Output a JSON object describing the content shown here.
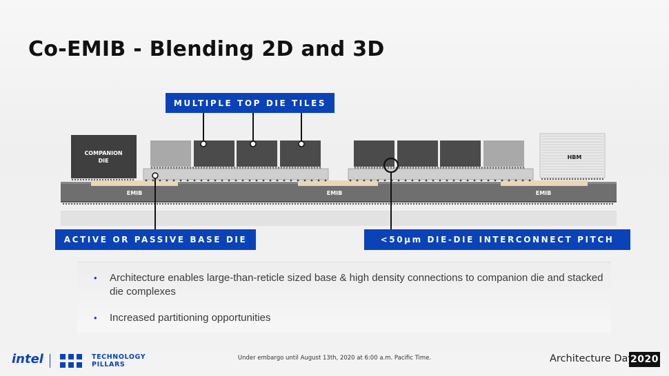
{
  "slide": {
    "title": "Co-EMIB - Blending 2D and 3D"
  },
  "diagram": {
    "top_label": "MULTIPLE TOP DIE TILES",
    "base_label": "ACTIVE OR PASSIVE BASE DIE",
    "pitch_label": "<50µm DIE-DIE INTERCONNECT PITCH",
    "companion_die": "COMPANION DIE",
    "hbm": "HBM",
    "emib_labels": [
      "EMIB",
      "EMIB",
      "EMIB"
    ],
    "colors": {
      "label_blue": "#0a42b8",
      "dark_die": "#4a4a4a",
      "light_die": "#a8a8a8",
      "substrate": "#6f6f6f"
    }
  },
  "bullets": [
    "Architecture enables large-than-reticle sized base & high density connections to companion die and stacked die complexes",
    "Increased partitioning opportunities"
  ],
  "footer": {
    "logo": "intel",
    "pillars_line1": "TECHNOLOGY",
    "pillars_line2": "PILLARS",
    "embargo": "Under embargo until August 13th, 2020 at 6:00 a.m. Pacific Time.",
    "event": "Architecture Day",
    "year": "2020"
  }
}
